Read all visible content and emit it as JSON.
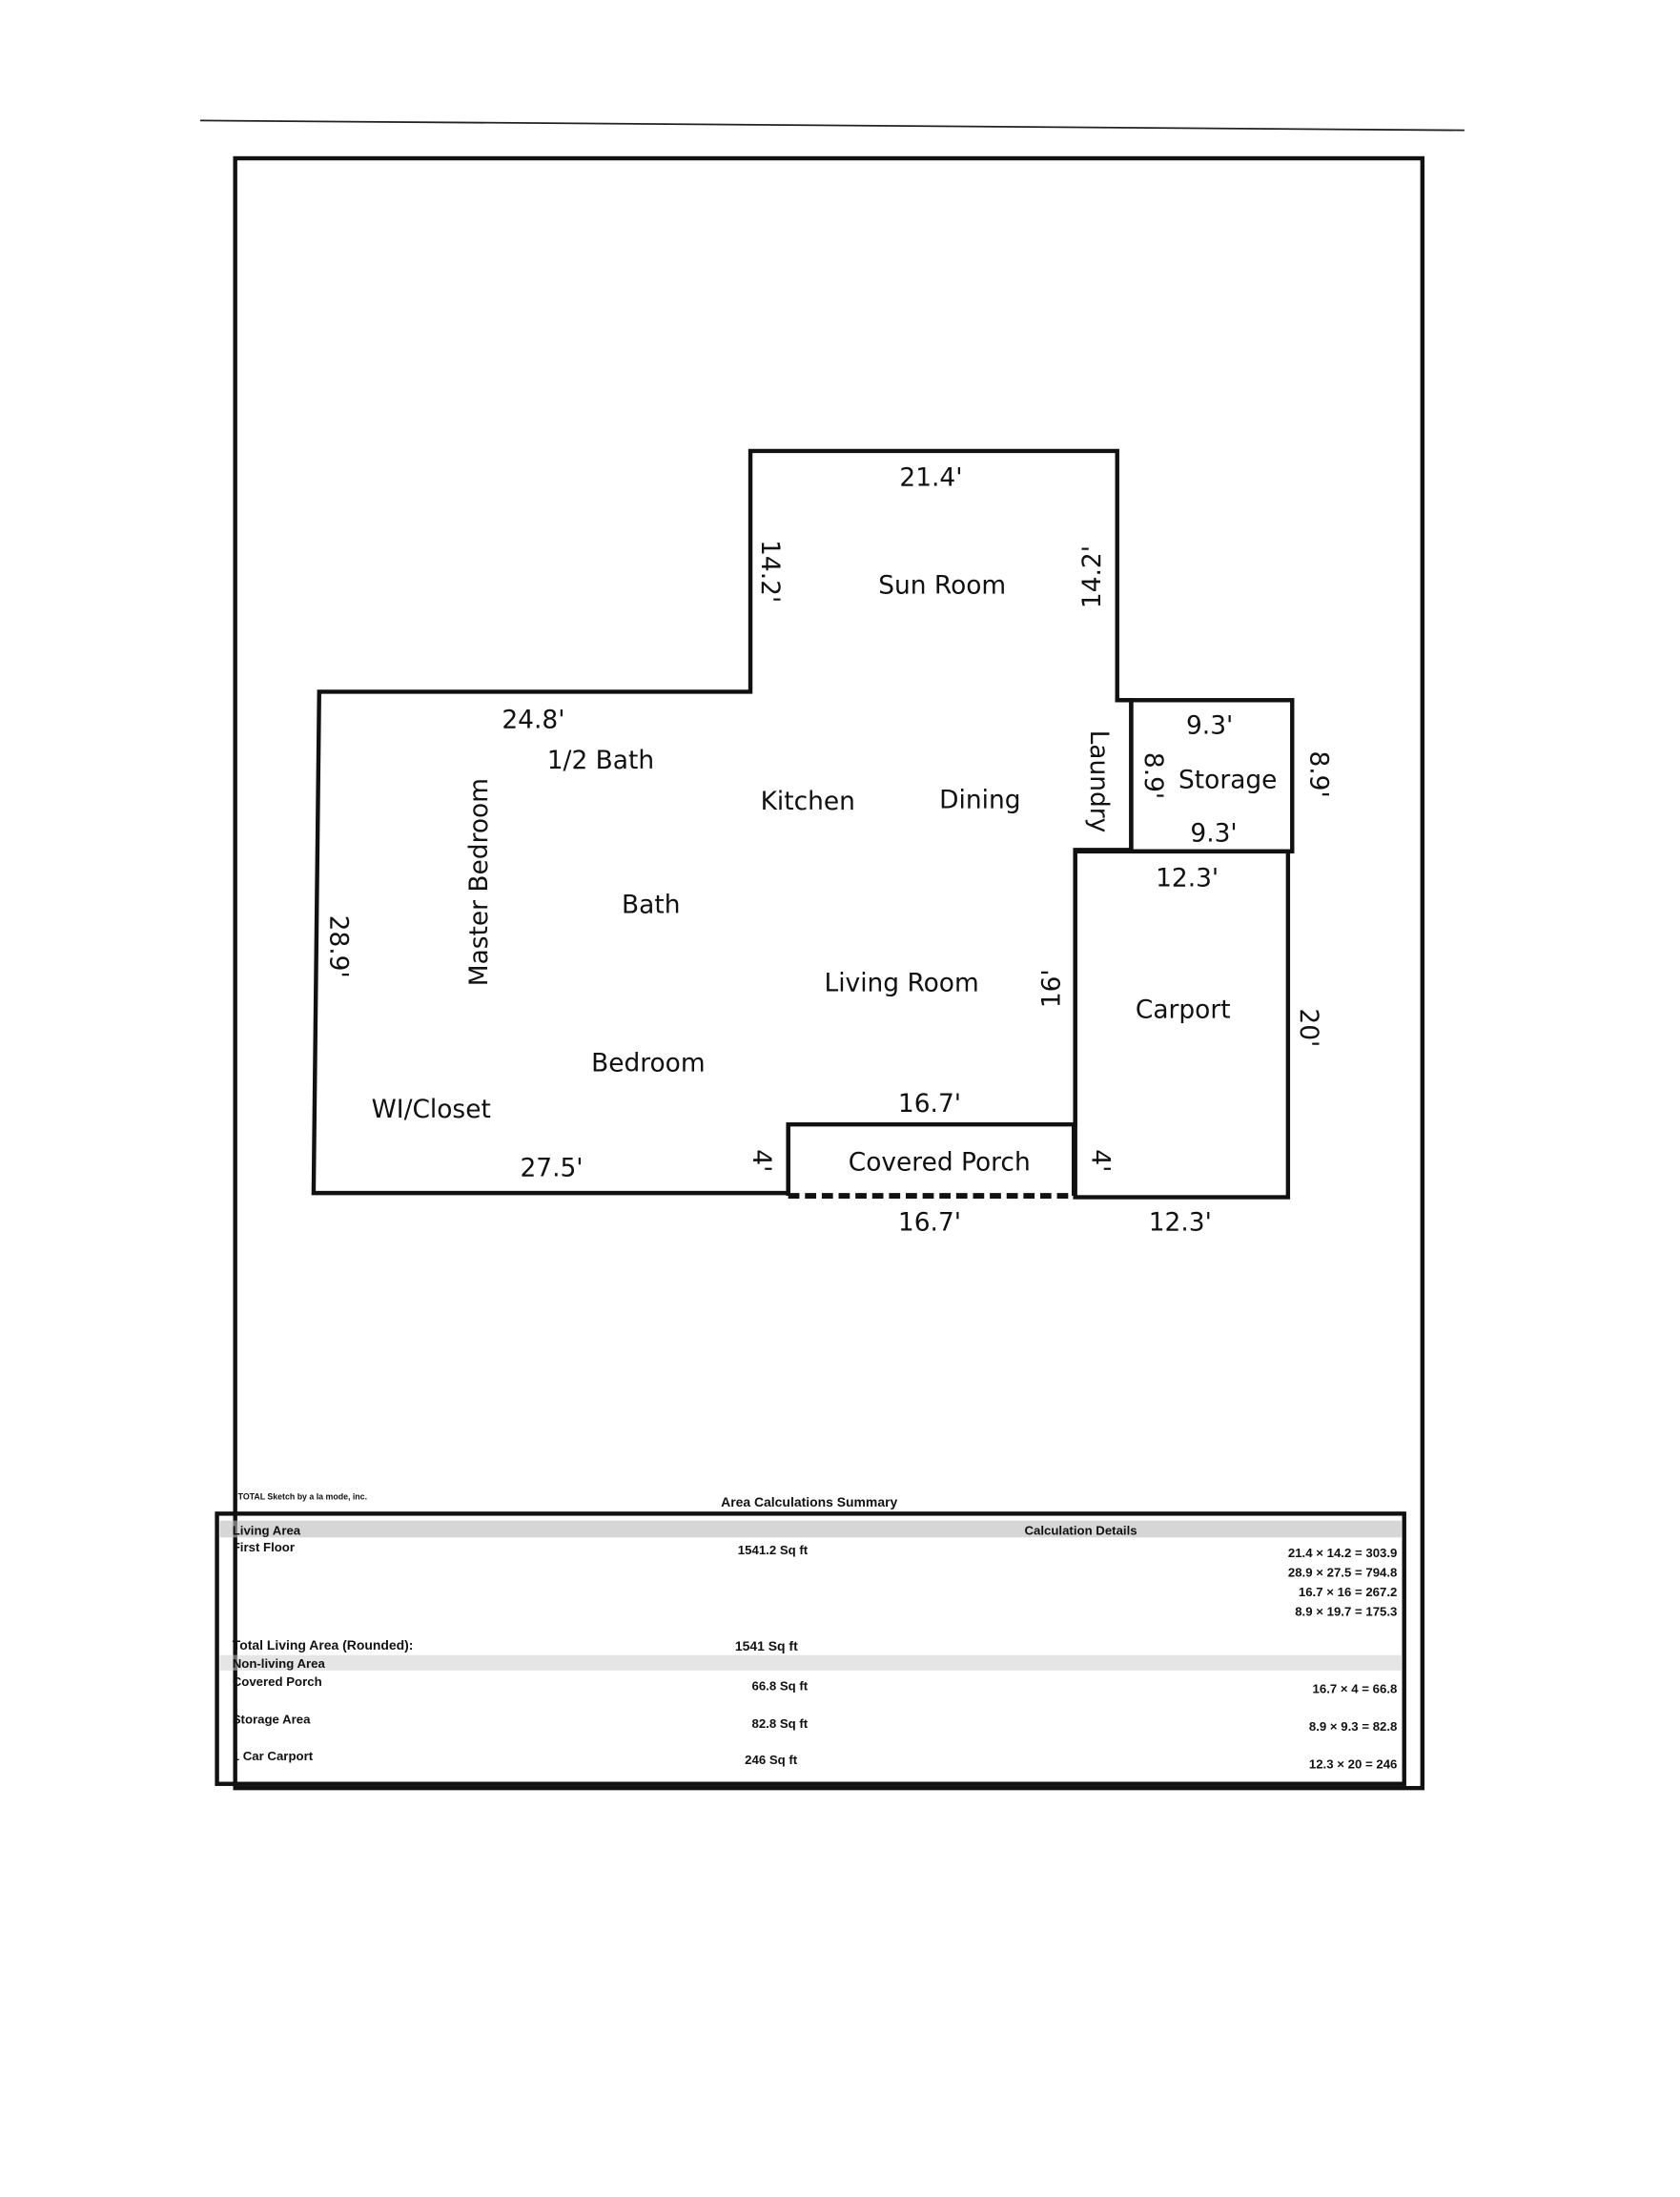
{
  "sketch": {
    "rooms": {
      "sun_room": "Sun Room",
      "half_bath": "1/2 Bath",
      "kitchen": "Kitchen",
      "dining": "Dining",
      "laundry": "Laundry",
      "storage": "Storage",
      "master_bedroom": "Master Bedroom",
      "bath": "Bath",
      "living_room": "Living Room",
      "carport": "Carport",
      "bedroom": "Bedroom",
      "wi_closet": "WI/Closet",
      "covered_porch": "Covered Porch"
    },
    "dimensions": {
      "sun_top": "21.4'",
      "sun_left": "14.2'",
      "sun_right": "14.2'",
      "main_top": "24.8'",
      "main_left": "28.9'",
      "main_bottom": "27.5'",
      "storage_top": "9.3'",
      "storage_bottom": "9.3'",
      "storage_left": "8.9'",
      "storage_right": "8.9'",
      "carport_top": "12.3'",
      "carport_right": "20'",
      "carport_bottom": "12.3'",
      "living_right": "16'",
      "porch_top": "16.7'",
      "porch_bottom": "16.7'",
      "porch_left": "4'",
      "porch_right": "4'"
    }
  },
  "summary": {
    "credit": "TOTAL Sketch by a la mode, inc.",
    "title": "Area Calculations Summary",
    "living_header": "Living Area",
    "calc_header": "Calculation Details",
    "nonliving_header": "Non-living Area",
    "first_floor": {
      "label": "First Floor",
      "area": "1541.2 Sq ft"
    },
    "calcs": [
      "21.4 × 14.2 = 303.9",
      "28.9 × 27.5 = 794.8",
      "16.7 × 16 = 267.2",
      "8.9 × 19.7 = 175.3"
    ],
    "total": {
      "label": "Total Living Area (Rounded):",
      "area": "1541 Sq ft"
    },
    "nonliving": [
      {
        "label": "Covered Porch",
        "area": "66.8 Sq ft",
        "calc": "16.7 × 4 = 66.8"
      },
      {
        "label": "Storage Area",
        "area": "82.8 Sq ft",
        "calc": "8.9 × 9.3 = 82.8"
      },
      {
        "label": "1 Car Carport",
        "area": "246 Sq ft",
        "calc": "12.3 × 20 = 246"
      }
    ]
  }
}
